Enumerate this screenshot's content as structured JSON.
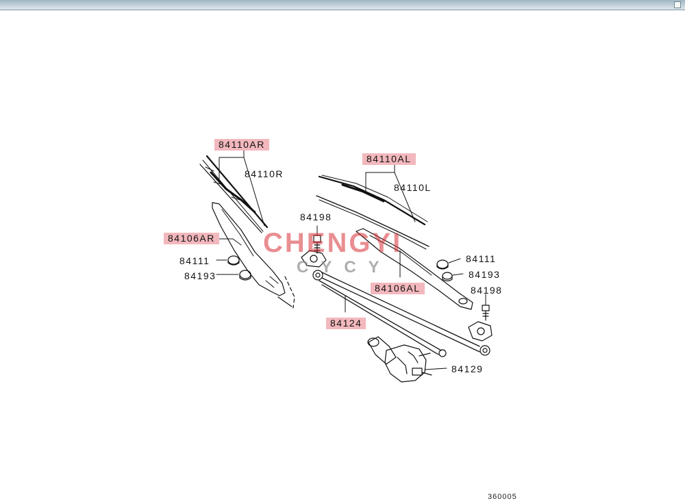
{
  "labels": {
    "p84110AR": "84110AR",
    "p84110R": "84110R",
    "p84106AR": "84106AR",
    "p84111_left": "84111",
    "p84193_left": "84193",
    "p84198_top": "84198",
    "p84110AL": "84110AL",
    "p84110L": "84110L",
    "p84111_right": "84111",
    "p84193_right": "84193",
    "p84106AL": "84106AL",
    "p84198_right": "84198",
    "p84124": "84124",
    "p84129": "84129"
  },
  "watermark": {
    "main": "CHENGYI",
    "sub": "CYCY"
  },
  "diagram_code": "360005",
  "colors": {
    "highlight": "#f2b8bd",
    "watermark": "#d73237",
    "line": "#111111"
  }
}
